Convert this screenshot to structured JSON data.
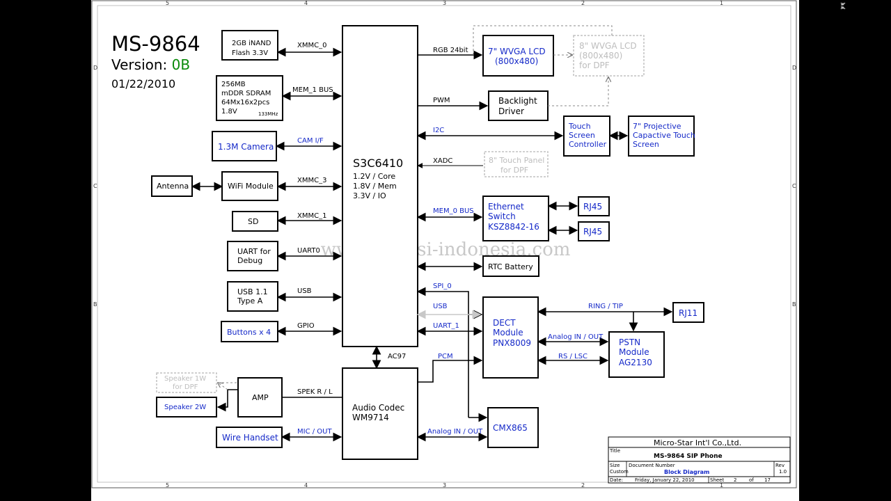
{
  "header": {
    "model": "MS-9864",
    "version_label": "Version:",
    "version_value": "0B",
    "date": "01/22/2010"
  },
  "colors": {
    "blue_label": "#1428c8",
    "green_version": "#0a8a0a",
    "gray_optional": "#bdbdbd"
  },
  "border_marks": {
    "columns": [
      "5",
      "4",
      "3",
      "2",
      "1"
    ],
    "rows": [
      "D",
      "C",
      "B"
    ]
  },
  "blocks": {
    "inand": [
      "2GB iNAND",
      "Flash 3.3V"
    ],
    "sdram": [
      "256MB",
      "mDDR SDRAM",
      "64Mx16x2pcs",
      "1.8V"
    ],
    "sdram_clock": "133MHz",
    "camera": "1.3M Camera",
    "antenna": "Antenna",
    "wifi": "WiFi Module",
    "sd": "SD",
    "uart_debug": [
      "UART for",
      "Debug"
    ],
    "usb_port": [
      "USB 1.1",
      "Type A"
    ],
    "buttons": "Buttons x 4",
    "soc_name": "S3C6410",
    "soc_specs": [
      "1.2V / Core",
      "1.8V / Mem",
      "3.3V / IO"
    ],
    "lcd7": [
      "7\" WVGA LCD",
      "(800x480)"
    ],
    "lcd8": [
      "8\" WVGA LCD",
      "(800x480)",
      "for DPF"
    ],
    "backlight": [
      "Backlight",
      "Driver"
    ],
    "touch_ctrl": [
      "Touch",
      "Screen",
      "Controller"
    ],
    "touch_screen": [
      "7\" Projective",
      "Capactive Touch",
      "Screen"
    ],
    "touch8": [
      "8\" Touch Panel",
      "for DPF"
    ],
    "eth_switch": [
      "Ethernet",
      "Switch",
      "KSZ8842-16"
    ],
    "rj45_a": "RJ45",
    "rj45_b": "RJ45",
    "rtc": "RTC Battery",
    "dect": [
      "DECT",
      "Module",
      "PNX8009"
    ],
    "rj11": "RJ11",
    "pstn": [
      "PSTN",
      "Module",
      "AG2130"
    ],
    "cmx": "CMX865",
    "codec": [
      "Audio Codec",
      "WM9714"
    ],
    "amp": "AMP",
    "speaker_dpf": [
      "Speaker  1W",
      "for DPF"
    ],
    "speaker2w": "Speaker  2W",
    "handset": "Wire Handset"
  },
  "signals": {
    "xmmc0": "XMMC_0",
    "mem1": "MEM_1 BUS",
    "cam": "CAM I/F",
    "xmmc3": "XMMC_3",
    "xmmc1": "XMMC_1",
    "uart0": "UART0",
    "usb_left": "USB",
    "gpio": "GPIO",
    "rgb": "RGB 24bit",
    "pwm": "PWM",
    "i2c": "I2C",
    "xadc": "XADC",
    "mem0": "MEM_0 BUS",
    "spi0": "SPI_0",
    "usb_right": "USB",
    "uart1": "UART_1",
    "ac97": "AC97",
    "pcm": "PCM",
    "ring_tip": "RING / TIP",
    "analog_inout_pstn": "Analog IN / OUT",
    "rs_lsc": "RS / LSC",
    "spek": "SPEK R / L",
    "mic": "MIC / OUT",
    "analog_inout_cmx": "Analog IN / OUT"
  },
  "watermark": "www.teknisi-indonesia.com",
  "title_block": {
    "company": "Micro-Star Int'l Co.,Ltd.",
    "title_caption": "Title",
    "title": "MS-9864 SIP Phone",
    "size_caption": "Size",
    "size_value": "Custom",
    "docnum_caption": "Document Number",
    "document": "Block Diagram",
    "rev_caption": "Rev",
    "rev_value": "1.0",
    "date_caption": "Date:",
    "date_value": "Friday, January 22, 2010",
    "sheet_caption": "Sheet",
    "sheet_num": "2",
    "of_caption": "of",
    "sheet_total": "17"
  },
  "viewer": {
    "exit_fullscreen_icon": "collapse-arrows-icon"
  }
}
